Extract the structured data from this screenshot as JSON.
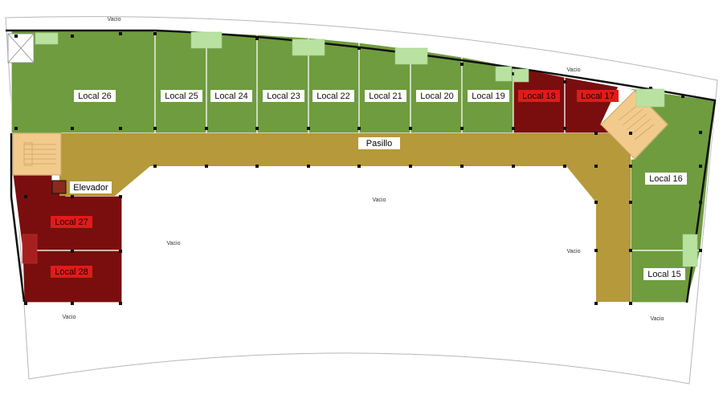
{
  "colors": {
    "available": "#6f9c3f",
    "reserved": "#7a0e0e",
    "corridor": "#b5993a",
    "stairs": "#f2cb8c",
    "elevator": "#8b2a1a",
    "outline": "#b7b7b7",
    "wall": "#111111",
    "fixture": "#b9e2a1"
  },
  "legend_void": "Vacio",
  "corridor_label": "Pasillo",
  "elevator_label": "Elevador",
  "units": [
    {
      "id": "local-26",
      "label": "Local 26",
      "status": "available"
    },
    {
      "id": "local-25",
      "label": "Local 25",
      "status": "available"
    },
    {
      "id": "local-24",
      "label": "Local 24",
      "status": "available"
    },
    {
      "id": "local-23",
      "label": "Local 23",
      "status": "available"
    },
    {
      "id": "local-22",
      "label": "Local 22",
      "status": "available"
    },
    {
      "id": "local-21",
      "label": "Local 21",
      "status": "available"
    },
    {
      "id": "local-20",
      "label": "Local 20",
      "status": "available"
    },
    {
      "id": "local-19",
      "label": "Local 19",
      "status": "available"
    },
    {
      "id": "local-18",
      "label": "Local 18",
      "status": "reserved"
    },
    {
      "id": "local-17",
      "label": "Local 17",
      "status": "reserved"
    },
    {
      "id": "local-16",
      "label": "Local 16",
      "status": "available"
    },
    {
      "id": "local-15",
      "label": "Local 15",
      "status": "available"
    },
    {
      "id": "local-27",
      "label": "Local 27",
      "status": "reserved"
    },
    {
      "id": "local-28",
      "label": "Local 28",
      "status": "reserved"
    }
  ]
}
